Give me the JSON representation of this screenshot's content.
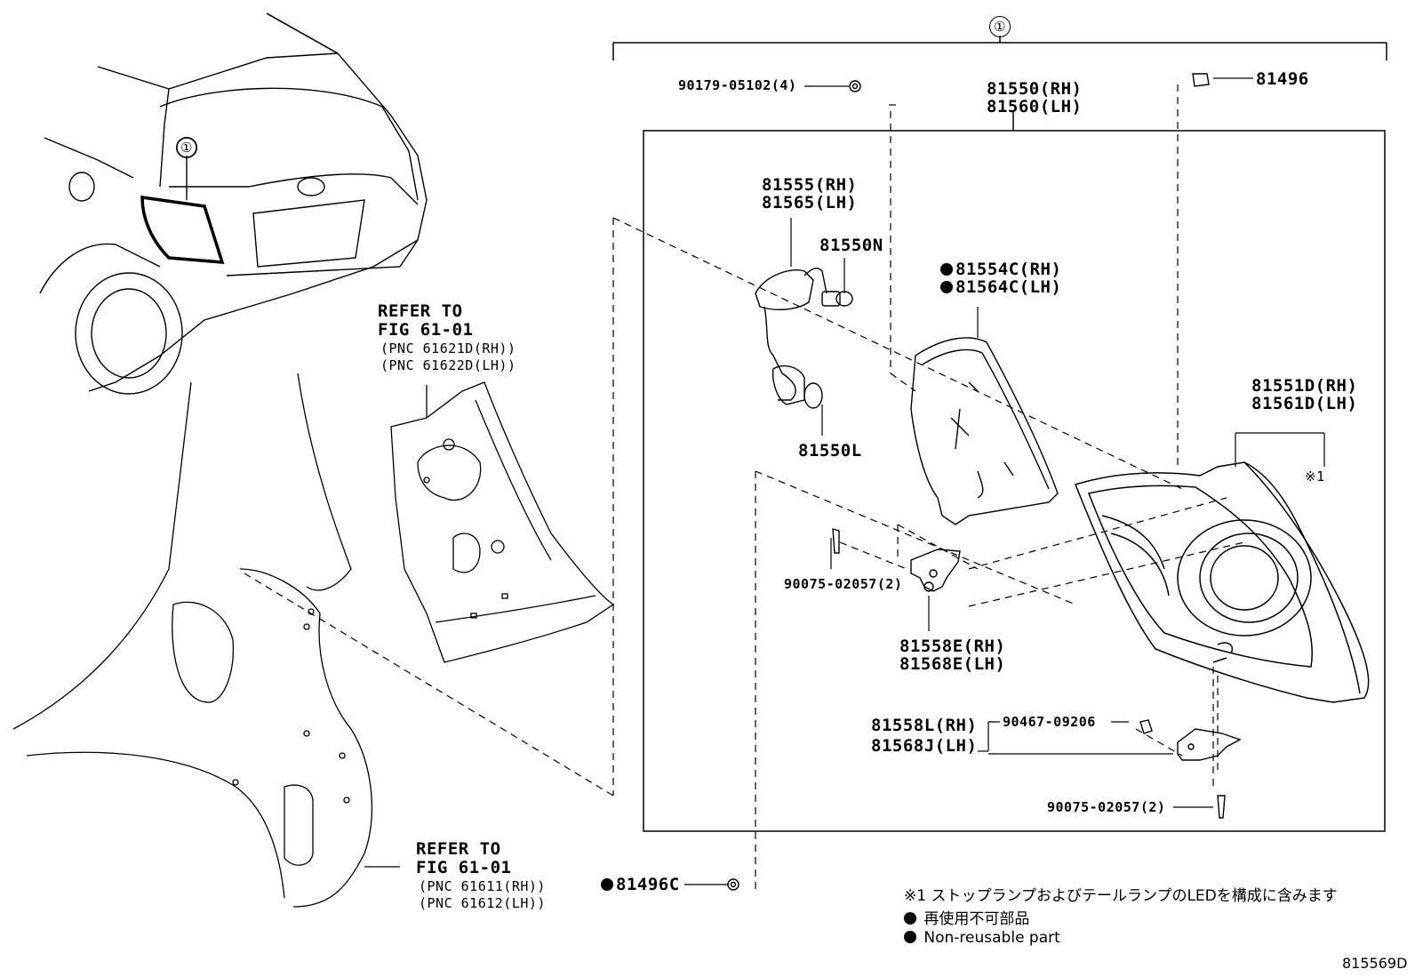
{
  "assembly_marker": "①",
  "car_marker": "①",
  "refer_top": {
    "line1": "REFER TO",
    "line2": "FIG 61-01",
    "pnc_rh": "(PNC 61621D(RH))",
    "pnc_lh": "(PNC 61622D(LH))"
  },
  "refer_bottom": {
    "line1": "REFER TO",
    "line2": "FIG 61-01",
    "pnc_rh": "(PNC 61611(RH))",
    "pnc_lh": "(PNC 61612(LH))"
  },
  "parts": {
    "p90179": "90179-05102(4)",
    "p81550rh": "81550(RH)",
    "p81560lh": "81560(LH)",
    "p81496": "81496",
    "p81555rh": "81555(RH)",
    "p81565lh": "81565(LH)",
    "p81550n": "81550N",
    "p81554c_rh": "81554C(RH)",
    "p81564c_lh": "81564C(LH)",
    "p81550l": "81550L",
    "p81551d_rh": "81551D(RH)",
    "p81561d_lh": "81561D(LH)",
    "p_note_mark": "※1",
    "p90075_a": "90075-02057(2)",
    "p81558e_rh": "81558E(RH)",
    "p81568e_lh": "81568E(LH)",
    "p81558l_rh": "81558L(RH)",
    "p81568j_lh": "81568J(LH)",
    "p90467": "90467-09206",
    "p90075_b": "90075-02057(2)",
    "p81496c": "81496C"
  },
  "notes": {
    "note1": "※1 ストップランプおよびテールランプのLEDを構成に含みます",
    "note2": "再使用不可部品",
    "note3": "Non-reusable part"
  },
  "figure_id": "815569D"
}
